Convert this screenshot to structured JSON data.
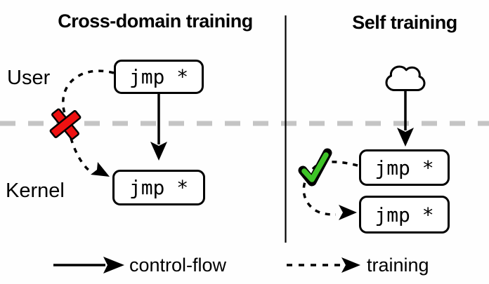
{
  "panels": {
    "left": {
      "title": "Cross-domain training",
      "user_label": "User",
      "kernel_label": "Kernel",
      "user_box": "jmp *",
      "kernel_box": "jmp *"
    },
    "right": {
      "title": "Self training",
      "upper_box": "jmp *",
      "lower_box": "jmp *"
    }
  },
  "legend": {
    "control_flow": "control-flow",
    "training": "training"
  },
  "icons": {
    "blocked": "red-cross-icon",
    "allowed": "green-check-icon",
    "source": "cloud-icon"
  },
  "colors": {
    "cross_red": "#ee1111",
    "check_green": "#3ec427",
    "boundary_gray": "#c4c4c4",
    "ink": "#000000"
  }
}
